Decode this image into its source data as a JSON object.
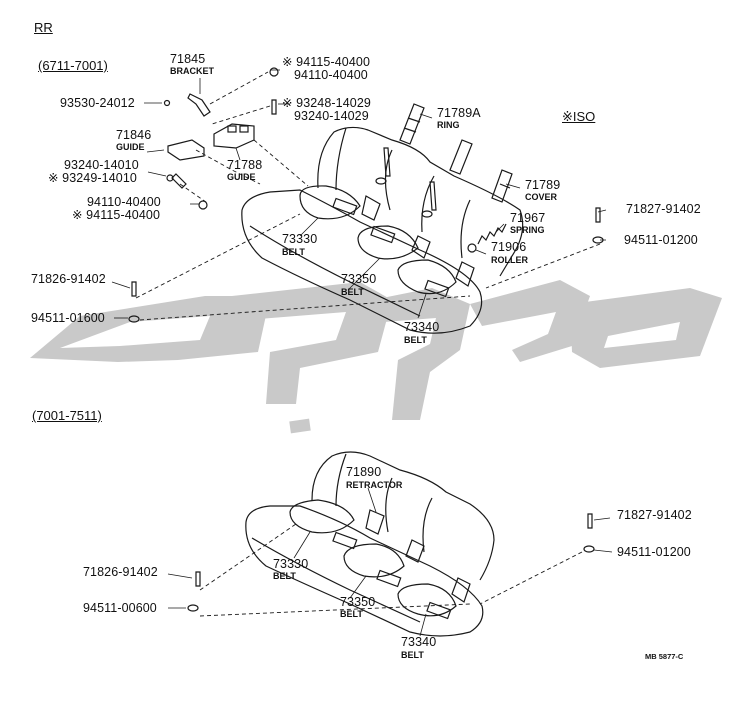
{
  "header": {
    "section": "RR",
    "iso_note": "※ISO"
  },
  "sections": [
    {
      "range": "(6711-7001)"
    },
    {
      "range": "(7001-7511)"
    }
  ],
  "top_labels": [
    {
      "part": "71845",
      "name": "BRACKET"
    },
    {
      "part": "93530-24012",
      "name": ""
    },
    {
      "part": "※ 94115-40400",
      "name": ""
    },
    {
      "part": "94110-40400",
      "name": ""
    },
    {
      "part": "※ 93248-14029",
      "name": ""
    },
    {
      "part": "93240-14029",
      "name": ""
    },
    {
      "part": "71789A",
      "name": "RING"
    },
    {
      "part": "71846",
      "name": "GUIDE"
    },
    {
      "part": "93240-14010",
      "name": ""
    },
    {
      "part": "※ 93249-14010",
      "name": ""
    },
    {
      "part": "71788",
      "name": "GUIDE"
    },
    {
      "part": "71789",
      "name": "COVER"
    },
    {
      "part": "71827-91402",
      "name": ""
    },
    {
      "part": "94110-40400",
      "name": ""
    },
    {
      "part": "※ 94115-40400",
      "name": ""
    },
    {
      "part": "71967",
      "name": "SPRING"
    },
    {
      "part": "94511-01200",
      "name": ""
    },
    {
      "part": "73330",
      "name": "BELT"
    },
    {
      "part": "71906",
      "name": "ROLLER"
    },
    {
      "part": "71826-91402",
      "name": ""
    },
    {
      "part": "73350",
      "name": "BELT"
    },
    {
      "part": "94511-01600",
      "name": ""
    },
    {
      "part": "73340",
      "name": "BELT"
    }
  ],
  "bottom_labels": [
    {
      "part": "71890",
      "name": "RETRACTOR"
    },
    {
      "part": "71827-91402",
      "name": ""
    },
    {
      "part": "73330",
      "name": "BELT"
    },
    {
      "part": "94511-01200",
      "name": ""
    },
    {
      "part": "71826-91402",
      "name": ""
    },
    {
      "part": "73350",
      "name": "BELT"
    },
    {
      "part": "94511-00600",
      "name": ""
    },
    {
      "part": "73340",
      "name": "BELT"
    }
  ],
  "footer": {
    "code": "MB 5877-C"
  },
  "colors": {
    "line": "#1a1a1a",
    "watermark": "#c8c8c8"
  }
}
